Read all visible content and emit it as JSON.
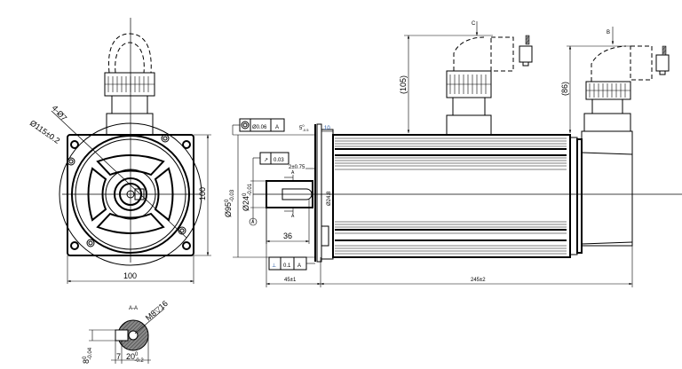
{
  "drawing": {
    "front_view": {
      "hole_callout": "4-Ø7",
      "bolt_circle": "Ø115±0.2",
      "width": "100",
      "height": "100"
    },
    "side_view": {
      "concentricity_tolerance": "Ø0.06",
      "concentricity_datum": "A",
      "flange_thickness": "5",
      "flange_thickness_tol_upper": "0",
      "flange_thickness_tol_lower": "-0.5",
      "flange_width": "10",
      "runout_tolerance": "0.03",
      "shaft_shoulder": "2±0.75",
      "pilot_diameter": "Ø95",
      "pilot_tol_upper": "0",
      "pilot_tol_lower": "-0.03",
      "shaft_diameter": "Ø24",
      "shaft_tol_upper": "0",
      "shaft_tol_lower": "-0.01",
      "hub_diameter": "Ø24.8",
      "datum_label": "A",
      "section_marker": "A",
      "key_length": "36",
      "perpendicularity_tolerance": "0.1",
      "perpendicularity_datum": "A",
      "shaft_length": "45±1",
      "body_length": "245±2",
      "power_connector_height": "(105)",
      "encoder_connector_height": "(86)",
      "view_c": "C",
      "view_b": "B"
    },
    "section_view": {
      "title": "A-A",
      "thread": "M8▽16",
      "key_width": "8",
      "key_width_tol_upper": "0",
      "key_width_tol_lower": "-0.04",
      "key_offset": "7",
      "key_depth": "20",
      "key_depth_tol_upper": "0",
      "key_depth_tol_lower": "-0.2"
    }
  }
}
